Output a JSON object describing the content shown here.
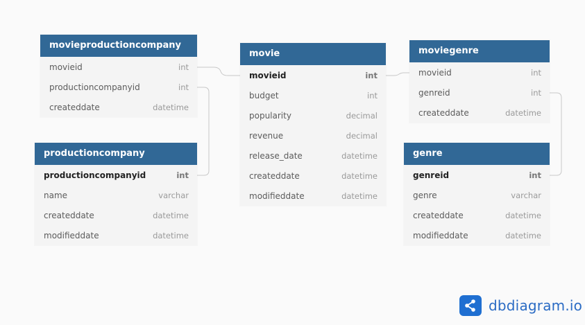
{
  "tables": [
    {
      "name": "movieproductioncompany",
      "fields": [
        {
          "name": "movieid",
          "type": "int",
          "pk": false
        },
        {
          "name": "productioncompanyid",
          "type": "int",
          "pk": false
        },
        {
          "name": "createddate",
          "type": "datetime",
          "pk": false
        }
      ]
    },
    {
      "name": "productioncompany",
      "fields": [
        {
          "name": "productioncompanyid",
          "type": "int",
          "pk": true
        },
        {
          "name": "name",
          "type": "varchar",
          "pk": false
        },
        {
          "name": "createddate",
          "type": "datetime",
          "pk": false
        },
        {
          "name": "modifieddate",
          "type": "datetime",
          "pk": false
        }
      ]
    },
    {
      "name": "movie",
      "fields": [
        {
          "name": "movieid",
          "type": "int",
          "pk": true
        },
        {
          "name": "budget",
          "type": "int",
          "pk": false
        },
        {
          "name": "popularity",
          "type": "decimal",
          "pk": false
        },
        {
          "name": "revenue",
          "type": "decimal",
          "pk": false
        },
        {
          "name": "release_date",
          "type": "datetime",
          "pk": false
        },
        {
          "name": "createddate",
          "type": "datetime",
          "pk": false
        },
        {
          "name": "modifieddate",
          "type": "datetime",
          "pk": false
        }
      ]
    },
    {
      "name": "moviegenre",
      "fields": [
        {
          "name": "movieid",
          "type": "int",
          "pk": false
        },
        {
          "name": "genreid",
          "type": "int",
          "pk": false
        },
        {
          "name": "createddate",
          "type": "datetime",
          "pk": false
        }
      ]
    },
    {
      "name": "genre",
      "fields": [
        {
          "name": "genreid",
          "type": "int",
          "pk": true
        },
        {
          "name": "genre",
          "type": "varchar",
          "pk": false
        },
        {
          "name": "createddate",
          "type": "datetime",
          "pk": false
        },
        {
          "name": "modifieddate",
          "type": "datetime",
          "pk": false
        }
      ]
    }
  ],
  "relationships": [
    {
      "from": "movieproductioncompany.movieid",
      "to": "movie.movieid"
    },
    {
      "from": "movieproductioncompany.productioncompanyid",
      "to": "productioncompany.productioncompanyid"
    },
    {
      "from": "moviegenre.movieid",
      "to": "movie.movieid"
    },
    {
      "from": "moviegenre.genreid",
      "to": "genre.genreid"
    }
  ],
  "colors": {
    "header": "#316896",
    "background": "#fafafa",
    "link": "#c8c8c8",
    "logo": "#1f6fd1"
  },
  "logo": {
    "text": "dbdiagram.io",
    "icon": "share-nodes-icon"
  }
}
